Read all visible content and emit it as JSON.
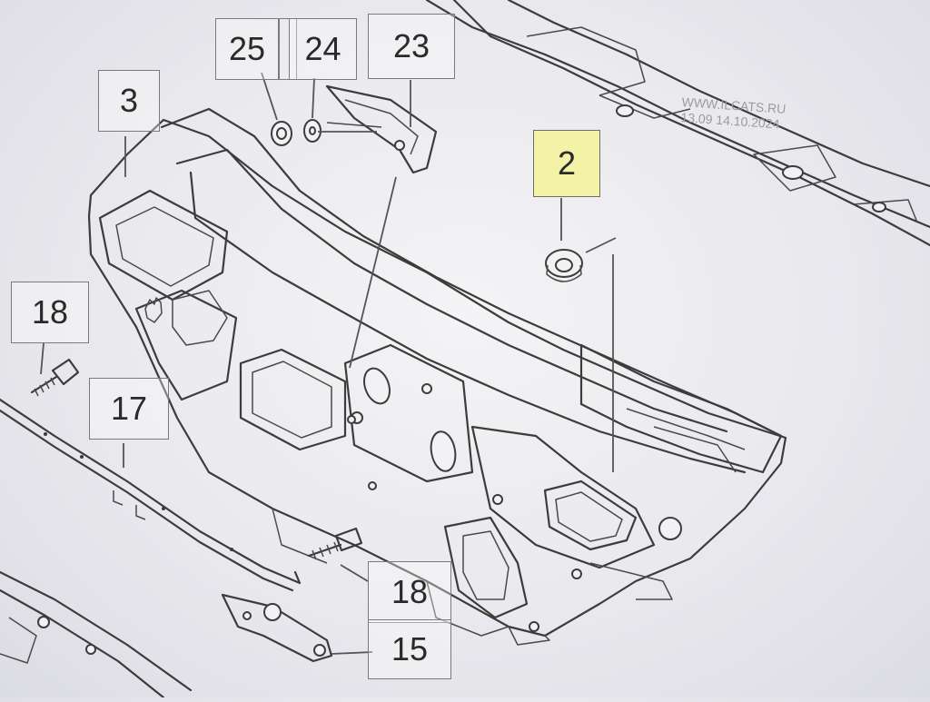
{
  "diagram": {
    "watermark": {
      "site": "WWW.ILCATS.RU",
      "date": "13.09 14.10.2024"
    },
    "callouts": [
      {
        "id": "c25",
        "label": "25",
        "highlight": false
      },
      {
        "id": "c24",
        "label": "24",
        "highlight": false
      },
      {
        "id": "c23",
        "label": "23",
        "highlight": false
      },
      {
        "id": "c3",
        "label": "3",
        "highlight": false
      },
      {
        "id": "c2",
        "label": "2",
        "highlight": true
      },
      {
        "id": "c18a",
        "label": "18",
        "highlight": false
      },
      {
        "id": "c17",
        "label": "17",
        "highlight": false
      },
      {
        "id": "c18b",
        "label": "18",
        "highlight": false
      },
      {
        "id": "c15",
        "label": "15",
        "highlight": false
      }
    ],
    "highlight_color": "#f3f2a6"
  }
}
